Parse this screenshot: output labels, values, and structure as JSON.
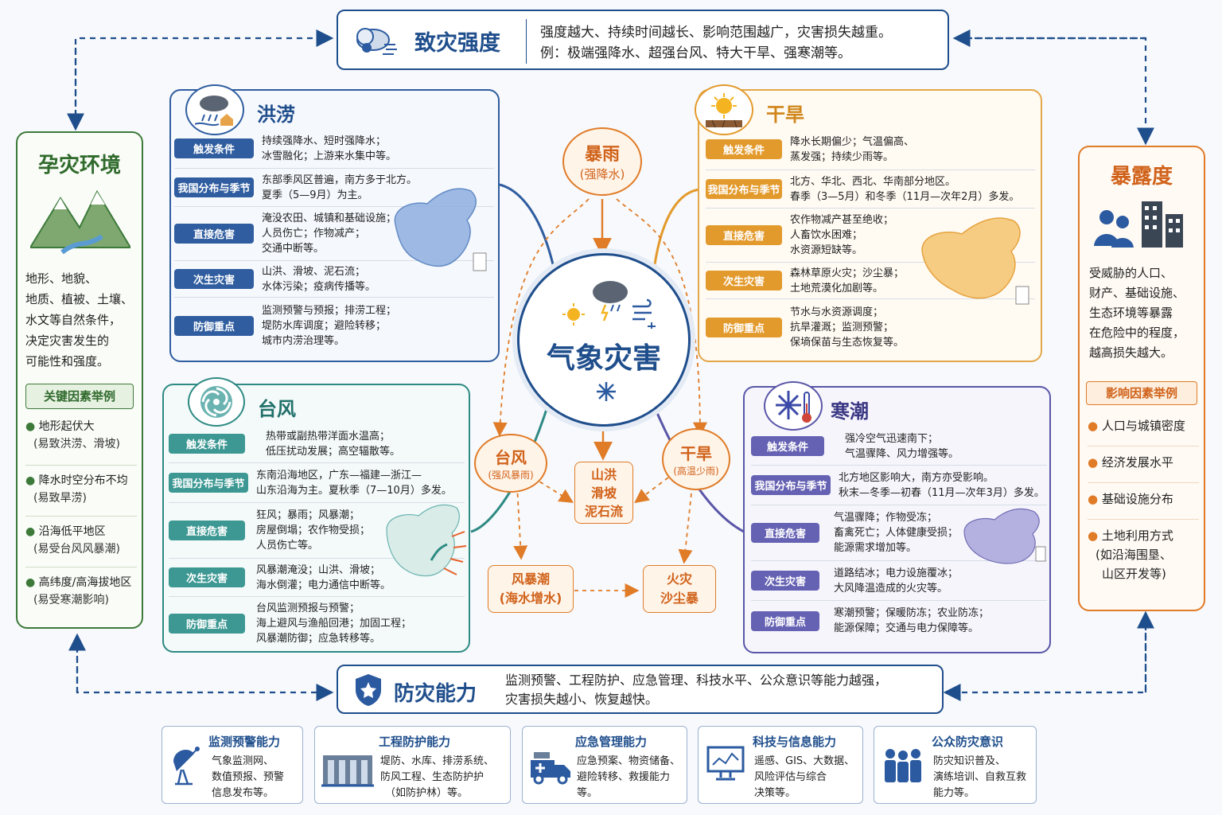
{
  "top": {
    "title": "致灾强度",
    "line1": "强度越大、持续时间越长、影响范围越广，灾害损失越重。",
    "line2": "例：极端强降水、超强台风、特大干旱、强寒潮等。"
  },
  "center": {
    "title": "气象灾害"
  },
  "nodes": {
    "rainstorm": {
      "name": "暴雨",
      "sub": "(强降水)"
    },
    "typhoon": {
      "name": "台风",
      "sub": "(强风暴雨)"
    },
    "drought": {
      "name": "干旱",
      "sub": "(高温少雨)"
    },
    "flash_flood": {
      "l1": "山洪",
      "l2": "滑坡",
      "l3": "泥石流"
    },
    "storm_surge": {
      "l1": "风暴潮",
      "l2": "(海水增水)"
    },
    "fire": {
      "l1": "火灾",
      "l2": "沙尘暴"
    }
  },
  "left_panel": {
    "title": "孕灾环境",
    "desc": [
      "地形、地貌、",
      "地质、植被、土壤、",
      "水文等自然条件，",
      "决定灾害发生的",
      "可能性和强度。"
    ],
    "sub_title": "关键因素举例",
    "items": [
      {
        "l1": "地形起伏大",
        "l2": "(易致洪涝、滑坡)"
      },
      {
        "l1": "降水时空分布不均",
        "l2": "(易致旱涝)"
      },
      {
        "l1": "沿海低平地区",
        "l2": "(易受台风风暴潮)"
      },
      {
        "l1": "高纬度/高海拔地区",
        "l2": "(易受寒潮影响)"
      }
    ]
  },
  "right_panel": {
    "title": "暴露度",
    "desc": [
      "受威胁的人口、",
      "财产、基础设施、",
      "生态环境等暴露",
      "在危险中的程度，",
      "越高损失越大。"
    ],
    "sub_title": "影响因素举例",
    "items": [
      {
        "l1": "人口与城镇密度",
        "l2": ""
      },
      {
        "l1": "经济发展水平",
        "l2": ""
      },
      {
        "l1": "基础设施分布",
        "l2": ""
      },
      {
        "l1": "土地利用方式",
        "l2": "(如沿海围垦、",
        "l3": "山区开发等)"
      }
    ]
  },
  "hazards": {
    "flood": {
      "title": "洪涝",
      "rows": [
        {
          "tag": "触发条件",
          "lines": [
            "持续强降水、短时强降水；",
            "冰雪融化；上游来水集中等。"
          ]
        },
        {
          "tag": "我国分布与季节",
          "lines": [
            "东部季风区普遍，南方多于北方。",
            "夏季（5—9月）为主。"
          ]
        },
        {
          "tag": "直接危害",
          "lines": [
            "淹没农田、城镇和基础设施；",
            "人员伤亡；作物减产；",
            "交通中断等。"
          ]
        },
        {
          "tag": "次生灾害",
          "lines": [
            "山洪、滑坡、泥石流；",
            "水体污染；疫病传播等。"
          ]
        },
        {
          "tag": "防御重点",
          "lines": [
            "监测预警与预报；排涝工程；",
            "堤防水库调度；避险转移；",
            "城市内涝治理等。"
          ]
        }
      ]
    },
    "drought": {
      "title": "干旱",
      "rows": [
        {
          "tag": "触发条件",
          "lines": [
            "降水长期偏少；气温偏高、",
            "蒸发强；持续少雨等。"
          ]
        },
        {
          "tag": "我国分布与季节",
          "lines": [
            "北方、华北、西北、华南部分地区。",
            "春季（3—5月）和冬季（11月—次年2月）多发。"
          ]
        },
        {
          "tag": "直接危害",
          "lines": [
            "农作物减产甚至绝收；",
            "人畜饮水困难；",
            "水资源短缺等。"
          ]
        },
        {
          "tag": "次生灾害",
          "lines": [
            "森林草原火灾；沙尘暴；",
            "土地荒漠化加剧等。"
          ]
        },
        {
          "tag": "防御重点",
          "lines": [
            "节水与水资源调度；",
            "抗旱灌溉；监测预警；",
            "保墒保苗与生态恢复等。"
          ]
        }
      ]
    },
    "typhoon": {
      "title": "台风",
      "rows": [
        {
          "tag": "触发条件",
          "lines": [
            "热带或副热带洋面水温高；",
            "低压扰动发展；高空辐散等。"
          ]
        },
        {
          "tag": "我国分布与季节",
          "lines": [
            "东南沿海地区，广东—福建—浙江—",
            "山东沿海为主。夏秋季（7—10月）多发。"
          ]
        },
        {
          "tag": "直接危害",
          "lines": [
            "狂风；暴雨；风暴潮；",
            "房屋倒塌；农作物受损；",
            "人员伤亡等。"
          ]
        },
        {
          "tag": "次生灾害",
          "lines": [
            "风暴潮淹没；山洪、滑坡；",
            "海水倒灌；电力通信中断等。"
          ]
        },
        {
          "tag": "防御重点",
          "lines": [
            "台风监测预报与预警；",
            "海上避风与渔船回港；加固工程；",
            "风暴潮防御；应急转移等。"
          ]
        }
      ]
    },
    "cold": {
      "title": "寒潮",
      "rows": [
        {
          "tag": "触发条件",
          "lines": [
            "强冷空气迅速南下；",
            "气温骤降、风力增强等。"
          ]
        },
        {
          "tag": "我国分布与季节",
          "lines": [
            "北方地区影响大，南方亦受影响。",
            "秋末—冬季—初春（11月—次年3月）多发。"
          ]
        },
        {
          "tag": "直接危害",
          "lines": [
            "气温骤降；作物受冻；",
            "畜禽死亡；人体健康受损；",
            "能源需求增加等。"
          ]
        },
        {
          "tag": "次生灾害",
          "lines": [
            "道路结冰；电力设施覆冰；",
            "大风降温造成的火灾等。"
          ]
        },
        {
          "tag": "防御重点",
          "lines": [
            "寒潮预警；保暖防冻；农业防冻；",
            "能源保障；交通与电力保障等。"
          ]
        }
      ]
    }
  },
  "bottom": {
    "title": "防灾能力",
    "line1": "监测预警、工程防护、应急管理、科技水平、公众意识等能力越强，",
    "line2": "灾害损失越小、恢复越快。"
  },
  "abilities": [
    {
      "title": "监测预警能力",
      "lines": [
        "气象监测网、",
        "数值预报、预警",
        "信息发布等。"
      ],
      "icon": "radar-icon"
    },
    {
      "title": "工程防护能力",
      "lines": [
        "堤防、水库、排涝系统、",
        "防风工程、生态防护护",
        "（如防护林）等。"
      ],
      "icon": "dam-icon"
    },
    {
      "title": "应急管理能力",
      "lines": [
        "应急预案、物资储备、",
        "避险转移、救援能力",
        "等。"
      ],
      "icon": "truck-icon"
    },
    {
      "title": "科技与信息能力",
      "lines": [
        "遥感、GIS、大数据、",
        "风险评估与综合",
        "决策等。"
      ],
      "icon": "monitor-icon"
    },
    {
      "title": "公众防灾意识",
      "lines": [
        "防灾知识普及、",
        "演练培训、自救互救",
        "能力等。"
      ],
      "icon": "people-icon"
    }
  ],
  "colors": {
    "blue": "#2b5aa0",
    "flood": "#2f5d9f",
    "drought": "#e39a2c",
    "typhoon": "#2e8a84",
    "cold": "#5a56a8",
    "green": "#3d7a3a",
    "orange": "#e07b27"
  }
}
